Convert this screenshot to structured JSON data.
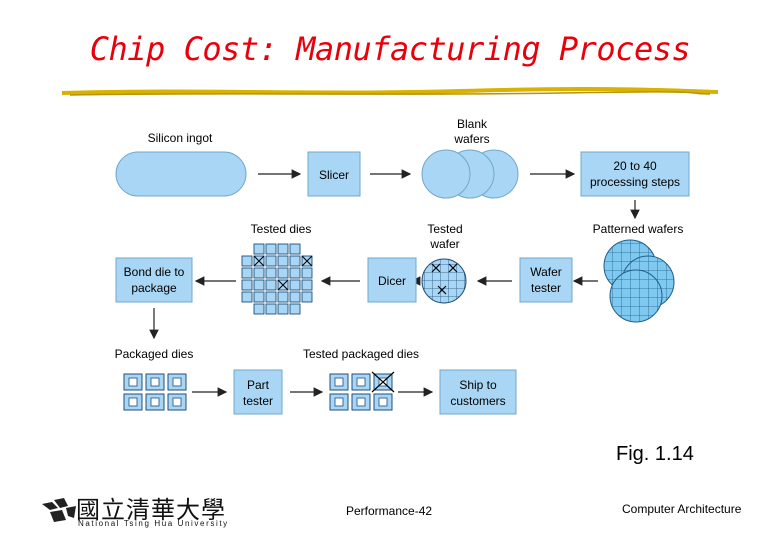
{
  "slide": {
    "title": "Chip Cost: Manufacturing Process",
    "figure_label": "Fig. 1.14",
    "footer_center": "Performance-42",
    "footer_right": "Computer Architecture",
    "logo_cn": "國立清華大學",
    "logo_en": "National Tsing Hua University"
  },
  "diagram": {
    "silicon_ingot": "Silicon ingot",
    "slicer": "Slicer",
    "blank_wafers": [
      "Blank",
      "wafers"
    ],
    "processing": [
      "20 to 40",
      "processing steps"
    ],
    "tested_dies": "Tested dies",
    "tested_wafer": [
      "Tested",
      "wafer"
    ],
    "patterned_wafers": "Patterned wafers",
    "bond": [
      "Bond die to",
      "package"
    ],
    "dicer": "Dicer",
    "wafer_tester": [
      "Wafer",
      "tester"
    ],
    "packaged_dies": "Packaged dies",
    "tested_packaged_dies": "Tested packaged dies",
    "part_tester": [
      "Part",
      "tester"
    ],
    "ship": [
      "Ship to",
      "customers"
    ]
  },
  "colors": {
    "title": "#e8000b",
    "box_fill": "#a9d6f5",
    "box_stroke": "#6fa8cc",
    "wafer_fill": "#7fc8ef",
    "underline": "#d9b100"
  }
}
